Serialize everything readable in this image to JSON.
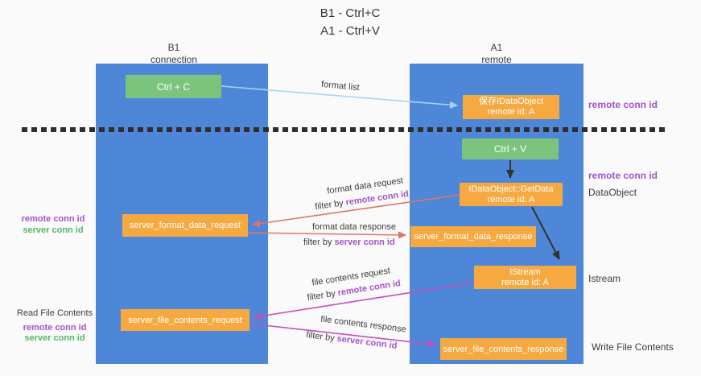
{
  "title": {
    "line1": "B1 - Ctrl+C",
    "line2": "A1 - Ctrl+V"
  },
  "lanes": {
    "left": {
      "title": "B1",
      "subtitle": "connection"
    },
    "right": {
      "title": "A1",
      "subtitle": "remote"
    }
  },
  "nodes": {
    "ctrl_c": {
      "label": "Ctrl + C"
    },
    "ctrl_v": {
      "label": "Ctrl + V"
    },
    "save_dataobject": {
      "line1": "保存IDataObject",
      "line2": "remote id: A"
    },
    "getdata": {
      "line1": "IDataObject::GetData",
      "line2": "remote id: A"
    },
    "istream": {
      "line1": "IStream",
      "line2": "remote id: A"
    },
    "format_request": {
      "label": "server_format_data_request"
    },
    "format_response": {
      "label": "server_format_data_response"
    },
    "file_request": {
      "label": "server_file_contents_request"
    },
    "file_response": {
      "label": "server_file_contents_response"
    }
  },
  "annotations": {
    "remote_conn_id_top": "remote conn id",
    "remote_conn_id_mid": "remote conn id",
    "dataobject": "DataObject",
    "istream": "Istream",
    "write_file_contents": "Write File Contents",
    "read_file_contents": "Read File Contents",
    "left_mid": {
      "remote": "remote conn id",
      "server": "server conn id"
    },
    "left_bottom": {
      "remote": "remote conn id",
      "server": "server conn id"
    }
  },
  "flows": {
    "format_list": {
      "label": "format list"
    },
    "format_data_request": {
      "label": "format data request",
      "filter_prefix": "filter by ",
      "filter_key": "remote conn id"
    },
    "format_data_response": {
      "label": "format data response",
      "filter_prefix": "filter by ",
      "filter_key": "server conn id"
    },
    "file_contents_request": {
      "label": "file contents request",
      "filter_prefix": "filter by ",
      "filter_key": "remote conn id"
    },
    "file_contents_response": {
      "label": "file contents response",
      "filter_prefix": "filter by ",
      "filter_key": "server conn id"
    }
  },
  "colors": {
    "lane_blue": "#4E87D8",
    "node_green": "#7CC47D",
    "node_orange": "#F7A941",
    "conn_purple": "#A253C9",
    "conn_green": "#56B668",
    "arrow_red": "#E0736B",
    "arrow_magenta": "#C44EC0",
    "arrow_lightblue": "#A9D5F2",
    "arrow_black": "#333333",
    "text_dark": "#3C3C3C",
    "background": "#FAFAFA"
  }
}
